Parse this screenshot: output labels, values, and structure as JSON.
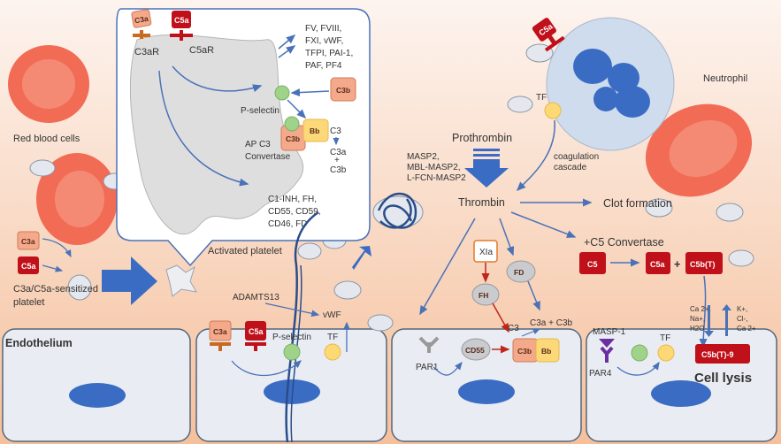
{
  "colors": {
    "background_top": "#fdf3ee",
    "background_bottom": "#f6c5a3",
    "arrow": "#4a72b8",
    "red_arrow": "#c0271b",
    "c5_box": "#c0101a",
    "c3_box": "#f4a98a",
    "bb_box": "#fdd878",
    "p_selectin": "#9fd38a",
    "tf": "#fcd975",
    "nucleus": "#3b6cc4",
    "cell": "#e8ecf2",
    "rbc": "#f26b55"
  },
  "platelet_panel": {
    "c3a": "C3a",
    "c5a": "C5a",
    "c3ar": "C3aR",
    "c5ar": "C5aR",
    "released_factors": [
      "FV, FVIII,",
      "FXI, vWF,",
      "TFPI, PAI-1,",
      "PAF, PF4"
    ],
    "c3b": "C3b",
    "p_selectin": "P-selectin",
    "ap_convertase": [
      "AP C3",
      "Convertase"
    ],
    "convertase_c3b": "C3b",
    "bb": "Bb",
    "c3": "C3",
    "c3_products": [
      "C3a",
      "+",
      "C3b"
    ],
    "regulators": [
      "C1-INH, FH,",
      "CD55, CD59,",
      "CD46, FD"
    ],
    "caption": "Activated platelet"
  },
  "left": {
    "rbc_label": "Red blood cells",
    "c3a": "C3a",
    "c5a": "C5a",
    "sensitized": [
      "C3a/C5a-sensitized",
      "platelet"
    ]
  },
  "center": {
    "adamts13": "ADAMTS13",
    "vwf": "vWF",
    "prothrombin": "Prothrombin",
    "masp": [
      "MASP2,",
      "MBL-MASP2,",
      "L-FCN-MASP2"
    ],
    "thrombin": "Thrombin",
    "clot": "Clot formation",
    "coag": [
      "coagulation",
      "cascade"
    ],
    "c5_convertase": "+C5 Convertase",
    "c5": "C5",
    "c5a": "C5a",
    "plus": "+",
    "c5bt": "C5b(T)",
    "xia": "XIa",
    "fh": "FH",
    "fd": "FD",
    "c3": "C3",
    "c3_products": "C3a + C3b",
    "cd55": "CD55",
    "c3b": "C3b",
    "bb": "Bb",
    "par1": "PAR1"
  },
  "neutrophil": {
    "c5a": "C5a",
    "tf": "TF",
    "label": "Neutrophil"
  },
  "endothelium": {
    "label": "Endothelium",
    "c3a": "C3a",
    "c5a": "C5a",
    "p_selectin": "P-selectin",
    "tf": "TF",
    "masp1": "MASP-1",
    "par4": "PAR4",
    "tf2": "TF",
    "ions_in": [
      "Ca 2+,",
      "Na+,",
      "H2O"
    ],
    "ions_out": [
      "K+,",
      "Cl-,",
      "Ca 2+"
    ],
    "mac": "C5b(T)-9",
    "lysis": "Cell lysis"
  }
}
